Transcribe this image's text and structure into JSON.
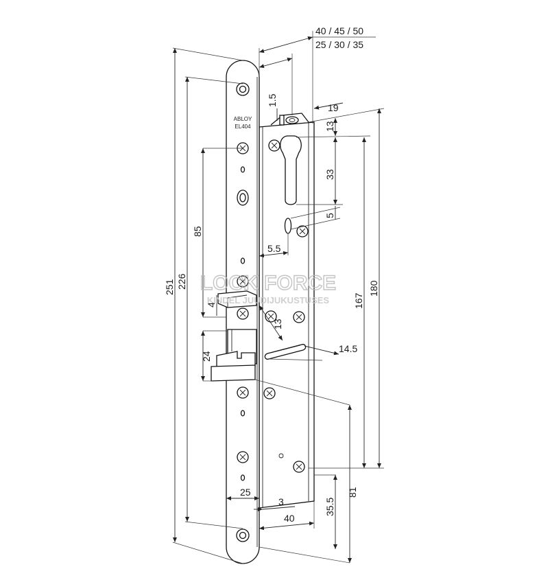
{
  "brand": {
    "line1": "ABLOY",
    "line2": "EL404"
  },
  "watermark": {
    "line1": "LOCK FORCE",
    "line2": "KINDEL JUUDIJUKUSTUSES"
  },
  "dimensions": {
    "backset_a": "40 / 45 / 50",
    "backset_b": "25 / 30 / 35",
    "d_1_5": "1.5",
    "d_19": "19",
    "d_13_top": "13",
    "d_33": "33",
    "d_5": "5",
    "d_5_5": "5.5",
    "d_85": "85",
    "d_226": "226",
    "d_251": "251",
    "d_167": "167",
    "d_180": "180",
    "d_4": "4",
    "d_13_mid": "13",
    "d_14_5": "14.5",
    "d_24": "24",
    "d_25": "25",
    "d_3": "3",
    "d_40": "40",
    "d_35_5": "35.5",
    "d_81": "81"
  }
}
